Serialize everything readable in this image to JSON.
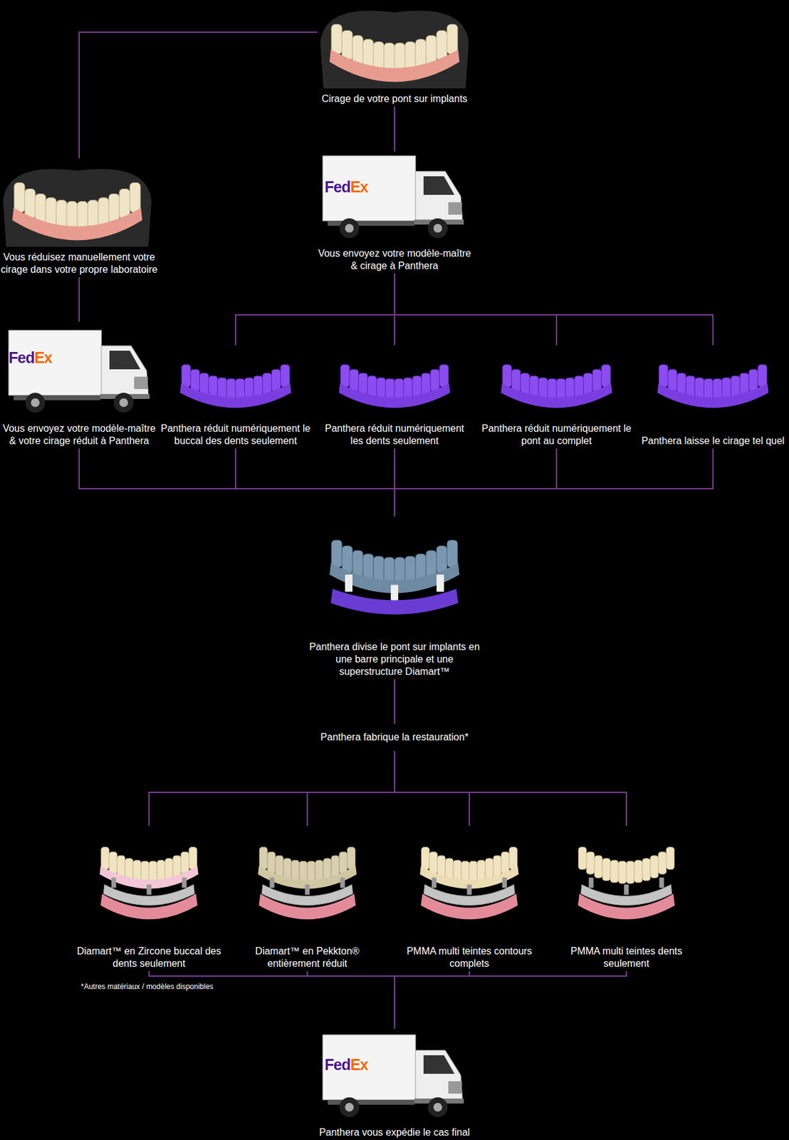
{
  "diagram": {
    "nodes": [
      {
        "text": [
          "Cirage de votre pont sur implants"
        ]
      },
      {
        "text": [
          "Vous réduisez manuellement votre cirage dans votre propre laboratoire"
        ]
      },
      {
        "text": [
          "Vous envoyez votre modèle-maître & cirage à Panthera"
        ]
      },
      {
        "text": [
          "Vous envoyez votre modèle-maître & votre cirage réduit à Panthera"
        ]
      },
      {
        "text": [
          "Panthera réduit numériquement le buccal des dents seulement"
        ]
      },
      {
        "text": [
          "Panthera réduit numériquement les dents seulement"
        ]
      },
      {
        "text": [
          "Panthera réduit numériquement le pont au complet"
        ]
      },
      {
        "text": [
          "Panthera laisse le cirage tel quel"
        ]
      },
      {
        "text": [
          "Panthera divise le pont sur implants en une barre principale et une superstructure Diamart™"
        ]
      },
      {
        "text": [
          "Panthera fabrique la restauration*"
        ]
      },
      {
        "text": [
          "Diamart™ en Zircone buccal des dents seulement"
        ]
      },
      {
        "text": [
          "Diamart™ en Pekkton® entièrement réduit"
        ]
      },
      {
        "text": [
          "PMMA multi teintes contours complets"
        ]
      },
      {
        "text": [
          "PMMA multi teintes dents seulement"
        ]
      },
      {
        "text": [
          "Panthera vous expédie le cas final"
        ]
      }
    ],
    "edges": [
      {
        "from": 0,
        "to": 1,
        "arrow": "none"
      },
      {
        "from": 0,
        "to": 2,
        "arrow": "none"
      },
      {
        "from": 1,
        "to": 3,
        "arrow": "none"
      },
      {
        "from": 2,
        "to": 4,
        "arrow": "none"
      },
      {
        "from": 2,
        "to": 5,
        "arrow": "none"
      },
      {
        "from": 2,
        "to": 6,
        "arrow": "none"
      },
      {
        "from": 2,
        "to": 7,
        "arrow": "none"
      },
      {
        "from": 3,
        "to": 8,
        "arrow": "none"
      },
      {
        "from": 4,
        "to": 8,
        "arrow": "none"
      },
      {
        "from": 5,
        "to": 8,
        "arrow": "none"
      },
      {
        "from": 6,
        "to": 8,
        "arrow": "none"
      },
      {
        "from": 7,
        "to": 8,
        "arrow": "none"
      },
      {
        "from": 8,
        "to": 9,
        "arrow": "none"
      },
      {
        "from": 9,
        "to": 10,
        "arrow": "none"
      },
      {
        "from": 9,
        "to": 11,
        "arrow": "none"
      },
      {
        "from": 9,
        "to": 12,
        "arrow": "none"
      },
      {
        "from": 9,
        "to": 13,
        "arrow": "none"
      },
      {
        "from": 10,
        "to": 14,
        "arrow": "none"
      },
      {
        "from": 11,
        "to": 14,
        "arrow": "none"
      },
      {
        "from": 12,
        "to": 14,
        "arrow": "none"
      },
      {
        "from": 13,
        "to": 14,
        "arrow": "none"
      }
    ],
    "labels": [
      "FedEx",
      "FedEx",
      "*Autres matériaux / modèles disponibles",
      "FedEx"
    ]
  }
}
